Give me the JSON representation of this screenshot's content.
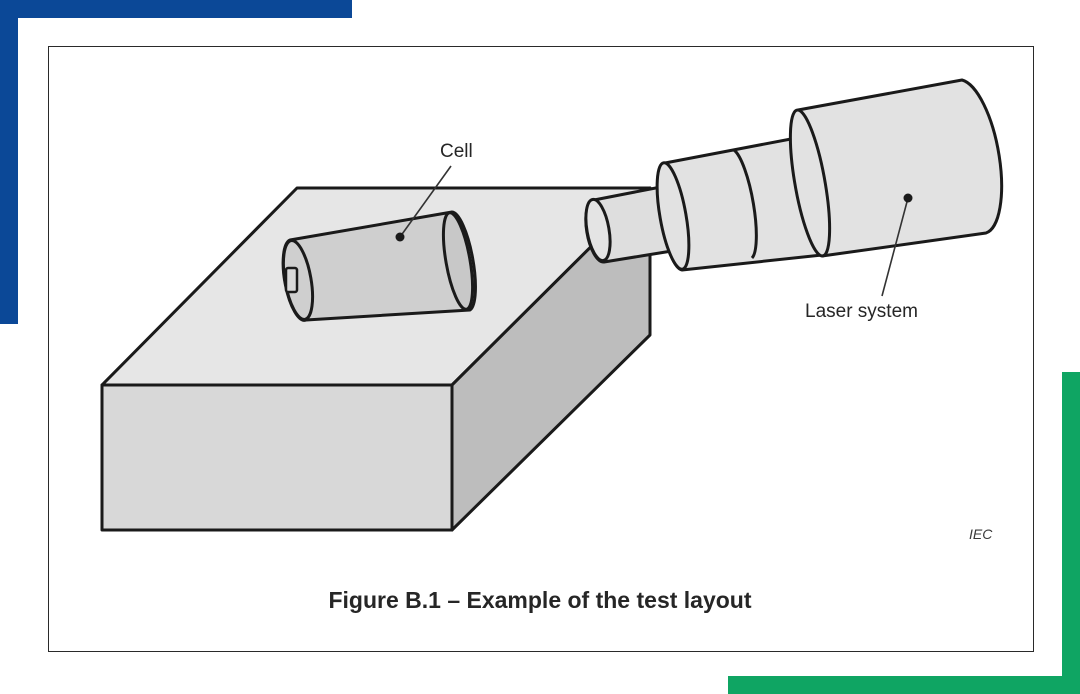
{
  "labels": {
    "cell": "Cell",
    "laser_system": "Laser system",
    "iec": "IEC"
  },
  "caption": "Figure B.1 – Example of the test layout",
  "colors": {
    "accent_blue": "#0b4897",
    "accent_green": "#0fa563",
    "box_top": "#e6e6e6",
    "box_front": "#d8d8d8",
    "box_side": "#bdbdbd",
    "cell_body": "#cfcfcf",
    "laser_body": "#e2e2e2",
    "outline": "#1a1a1a"
  }
}
